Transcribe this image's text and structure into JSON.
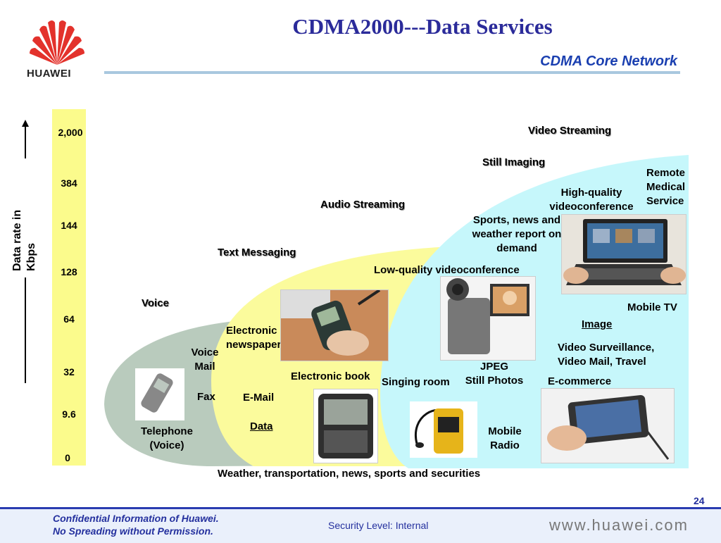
{
  "header": {
    "title": "CDMA2000---Data Services",
    "subtitle": "CDMA Core Network",
    "logo_text": "HUAWEI"
  },
  "axis": {
    "label": "Data rate in Kbps",
    "ticks": [
      "2,000",
      "384",
      "144",
      "128",
      "64",
      "32",
      "9.6",
      "0"
    ]
  },
  "services": {
    "video_streaming": "Video Streaming",
    "still_imaging": "Still Imaging",
    "audio_streaming": "Audio Streaming",
    "text_messaging": "Text Messaging",
    "voice": "Voice",
    "data": "Data",
    "image": "Image"
  },
  "items": {
    "remote_medical": [
      "Remote",
      "Medical",
      "Service"
    ],
    "hq_video": [
      "High-quality",
      "videoconference"
    ],
    "sports_news": [
      "Sports, news and",
      "weather report on",
      "demand"
    ],
    "lq_video": "Low-quality videoconference",
    "mobile_tv": "Mobile TV",
    "electronic_newspaper": [
      "Electronic",
      "newspaper"
    ],
    "voice_mail": [
      "Voice",
      "Mail"
    ],
    "electronic_book": "Electronic book",
    "jpeg": [
      "JPEG",
      "Still Photos"
    ],
    "singing_room": "Singing room",
    "video_surveillance": [
      "Video Surveillance,",
      "Video Mail, Travel"
    ],
    "ecommerce": "E-commerce",
    "fax": "Fax",
    "email": "E-Mail",
    "telephone": [
      "Telephone",
      "(Voice)"
    ],
    "mobile_radio": [
      "Mobile",
      "Radio"
    ],
    "weather": "Weather, transportation, news, sports and securities"
  },
  "footer": {
    "confidential": "Confidential Information of Huawei.",
    "no_spreading": "No Spreading without Permission.",
    "security": "Security Level: Internal",
    "website": "www.huawei.com",
    "page": "24"
  },
  "colors": {
    "title": "#2b2b9a",
    "axis_band": "#fbfb8c",
    "region_voice": "#b9cbbd",
    "region_yellow": "#fbfb9c",
    "region_cyan": "#c6f7fb"
  }
}
